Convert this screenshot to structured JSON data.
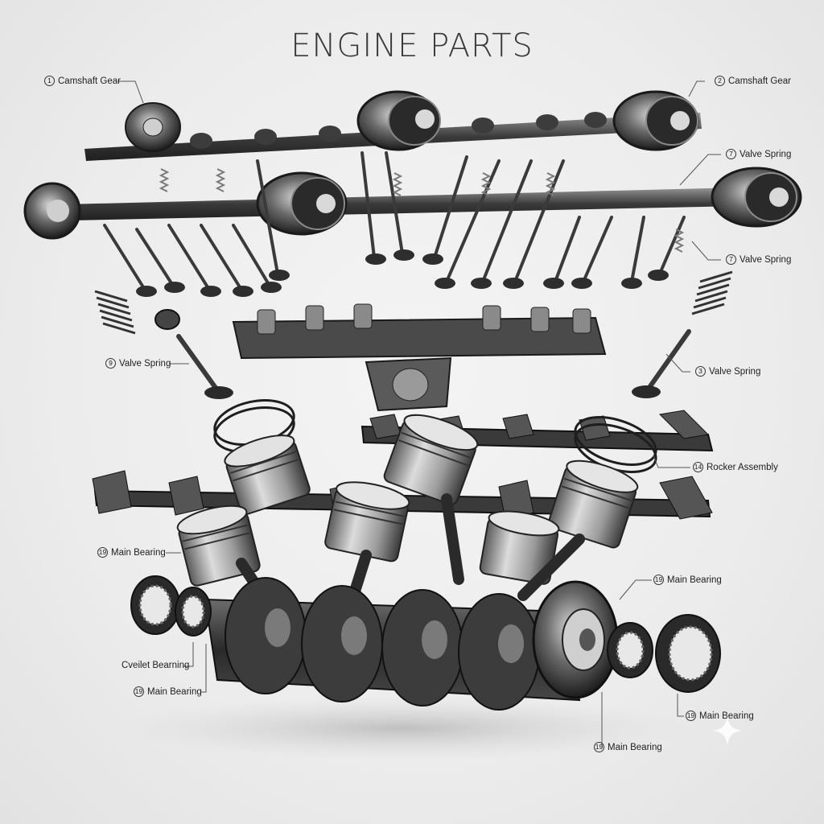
{
  "title": "ENGINE PARTS",
  "callouts": [
    {
      "id": "c1",
      "num": "1",
      "label": "Camshaft Gear"
    },
    {
      "id": "c2",
      "num": "2",
      "label": "Camshaft Gear"
    },
    {
      "id": "c3",
      "num": "7",
      "label": "Valve Spring"
    },
    {
      "id": "c4",
      "num": "7",
      "label": "Valve Spring"
    },
    {
      "id": "c5",
      "num": "9",
      "label": "Valve Spring"
    },
    {
      "id": "c6",
      "num": "3",
      "label": "Valve Spring"
    },
    {
      "id": "c7",
      "num": "14",
      "label": "Rocker Assembly"
    },
    {
      "id": "c8",
      "num": "19",
      "label": "Main Bearing"
    },
    {
      "id": "c9",
      "num": "19",
      "label": "Main Bearing"
    },
    {
      "id": "c10",
      "num": "",
      "label": "Cveilet Bearning"
    },
    {
      "id": "c11",
      "num": "19",
      "label": "Main Bearing"
    },
    {
      "id": "c12",
      "num": "19",
      "label": "Main Bearing"
    },
    {
      "id": "c13",
      "num": "19",
      "label": "Main Bearing"
    }
  ],
  "colors": {
    "metal_dark": "#2e2e2e",
    "metal_mid": "#6a6a6a",
    "metal_light": "#b5b5b5",
    "leader": "#555555"
  }
}
